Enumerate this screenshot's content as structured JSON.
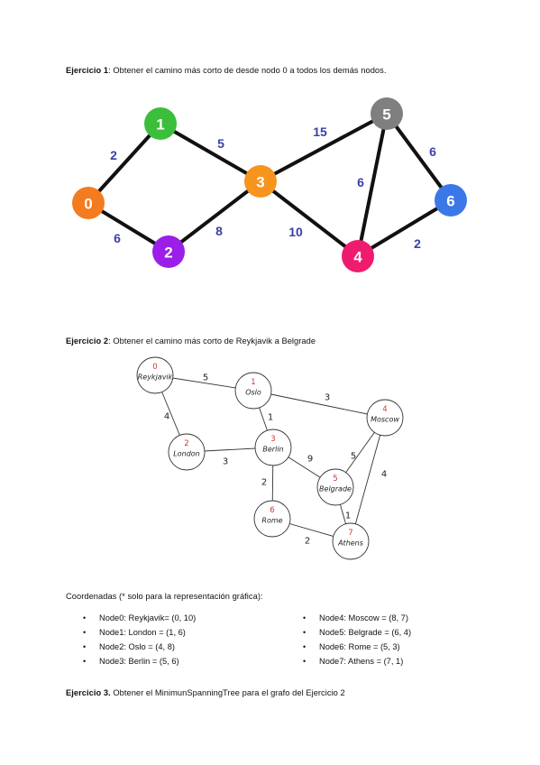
{
  "ex1": {
    "label": "Ejercicio 1",
    "text": ": Obtener el camino más corto de desde nodo 0 a todos los demás nodos.",
    "nodes": [
      {
        "id": "0",
        "color": "#f47b1f"
      },
      {
        "id": "1",
        "color": "#3bbf3b"
      },
      {
        "id": "2",
        "color": "#9b1fe8"
      },
      {
        "id": "3",
        "color": "#f7941d"
      },
      {
        "id": "4",
        "color": "#ef1b6f"
      },
      {
        "id": "5",
        "color": "#7f7f7f"
      },
      {
        "id": "6",
        "color": "#3a78e8"
      }
    ],
    "edges": [
      {
        "from": "0",
        "to": "1",
        "weight": "2"
      },
      {
        "from": "0",
        "to": "2",
        "weight": "6"
      },
      {
        "from": "1",
        "to": "3",
        "weight": "5"
      },
      {
        "from": "2",
        "to": "3",
        "weight": "8"
      },
      {
        "from": "3",
        "to": "5",
        "weight": "15"
      },
      {
        "from": "3",
        "to": "4",
        "weight": "10"
      },
      {
        "from": "5",
        "to": "4",
        "weight": "6"
      },
      {
        "from": "5",
        "to": "6",
        "weight": "6"
      },
      {
        "from": "4",
        "to": "6",
        "weight": "2"
      }
    ]
  },
  "ex2": {
    "label": "Ejercicio 2",
    "text": ": Obtener el camino más corto de Reykjavik a Belgrade",
    "nodes": [
      {
        "idx": "0",
        "name": "Reykjavik"
      },
      {
        "idx": "1",
        "name": "Oslo"
      },
      {
        "idx": "2",
        "name": "London"
      },
      {
        "idx": "3",
        "name": "Berlin"
      },
      {
        "idx": "4",
        "name": "Moscow"
      },
      {
        "idx": "5",
        "name": "Belgrade"
      },
      {
        "idx": "6",
        "name": "Rome"
      },
      {
        "idx": "7",
        "name": "Athens"
      }
    ],
    "edges": [
      {
        "from": "0",
        "to": "1",
        "weight": "5"
      },
      {
        "from": "0",
        "to": "2",
        "weight": "4"
      },
      {
        "from": "1",
        "to": "3",
        "weight": "1"
      },
      {
        "from": "1",
        "to": "4",
        "weight": "3"
      },
      {
        "from": "2",
        "to": "3",
        "weight": "3"
      },
      {
        "from": "3",
        "to": "5",
        "weight": "9"
      },
      {
        "from": "3",
        "to": "6",
        "weight": "2"
      },
      {
        "from": "4",
        "to": "5",
        "weight": "5"
      },
      {
        "from": "4",
        "to": "7",
        "weight": "4"
      },
      {
        "from": "5",
        "to": "7",
        "weight": "1"
      },
      {
        "from": "6",
        "to": "7",
        "weight": "2"
      }
    ]
  },
  "coords": {
    "title": "Coordenadas (* solo para la representación gráfica):",
    "bullet": "•",
    "left": [
      "Node0: Reykjavik= (0, 10)",
      "Node1: London = (1, 6)",
      "Node2: Oslo = (4, 8)",
      "Node3: Berlin = (5, 6)"
    ],
    "right": [
      "Node4: Moscow = (8, 7)",
      "Node5: Belgrade = (6, 4)",
      "Node6: Rome = (5, 3)",
      "Node7: Athens = (7, 1)"
    ]
  },
  "ex3": {
    "label": "Ejercicio 3.",
    "text": " Obtener el MinimunSpanningTree para el grafo del Ejercicio 2"
  }
}
